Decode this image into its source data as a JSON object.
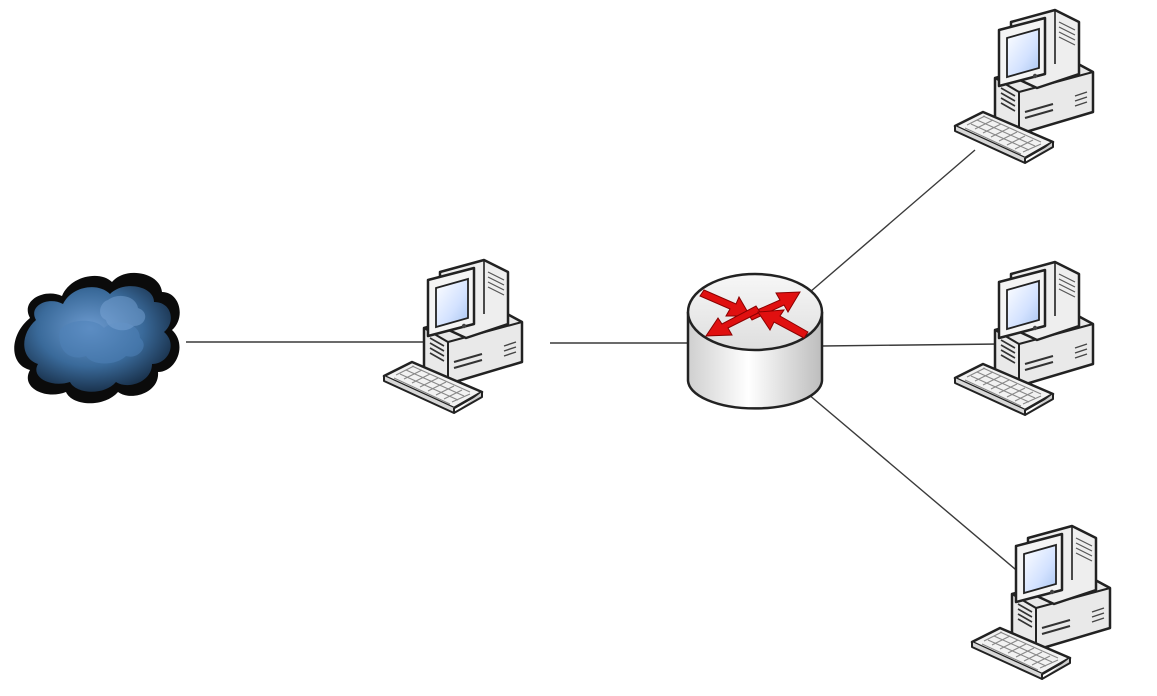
{
  "diagram": {
    "type": "network-topology",
    "nodes": [
      {
        "id": "internet",
        "icon": "cloud-icon"
      },
      {
        "id": "gateway",
        "icon": "desktop-computer-icon"
      },
      {
        "id": "router",
        "icon": "router-icon"
      },
      {
        "id": "client1",
        "icon": "desktop-computer-icon"
      },
      {
        "id": "client2",
        "icon": "desktop-computer-icon"
      },
      {
        "id": "client3",
        "icon": "desktop-computer-icon"
      }
    ],
    "edges": [
      [
        "internet",
        "gateway"
      ],
      [
        "gateway",
        "router"
      ],
      [
        "router",
        "client1"
      ],
      [
        "router",
        "client2"
      ],
      [
        "router",
        "client3"
      ]
    ],
    "colors": {
      "cloud": "#3f6f9c",
      "router_arrows": "#e01010",
      "device_body": "#f2f2f2",
      "screen": "#cfe0ff"
    }
  }
}
